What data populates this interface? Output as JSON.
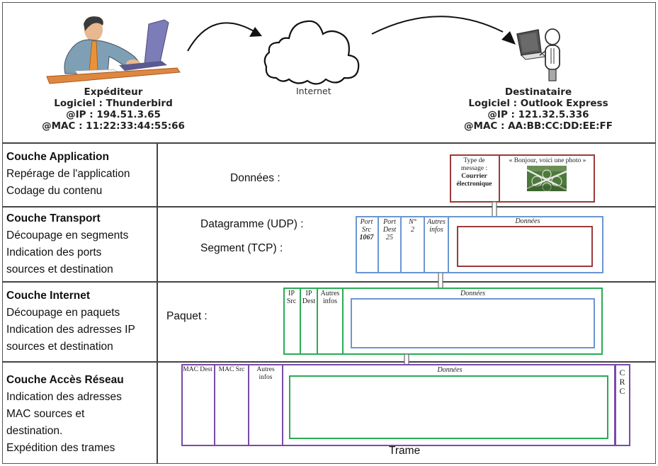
{
  "header": {
    "sender": {
      "role": "Expéditeur",
      "software": "Logiciel : Thunderbird",
      "ip": "@IP : 194.51.3.65",
      "mac": "@MAC : 11:22:33:44:55:66",
      "icon": "person-at-laptop-icon"
    },
    "network": {
      "label": "Internet",
      "icon": "cloud-icon"
    },
    "receiver": {
      "role": "Destinataire",
      "software": "Logiciel : Outlook Express",
      "ip": "@IP : 121.32.5.336",
      "mac": "@MAC : AA:BB:CC:DD:EE:FF",
      "icon": "person-with-laptop-icon"
    }
  },
  "layers": [
    {
      "title": "Couche Application",
      "lines": [
        "Repérage de l'application",
        "Codage du contenu"
      ],
      "unit_labels": [
        "Données :"
      ],
      "pdu": {
        "color": "#9b3a3a",
        "fields": [
          {
            "line1": "Type de",
            "line2": "message :",
            "line3": "Courrier",
            "line4": "électronique"
          }
        ],
        "content_text": "« Bonjour, voici une photo »",
        "content_icon": "photo-thumbnail-icon"
      }
    },
    {
      "title": "Couche Transport",
      "lines": [
        "Découpage en segments",
        "Indication des ports",
        "sources et destination"
      ],
      "unit_labels": [
        "Datagramme (UDP) :",
        "Segment (TCP) :"
      ],
      "pdu": {
        "color": "#6b96d3",
        "fields": [
          {
            "line1": "Port",
            "line2": "Src",
            "line3": "1067"
          },
          {
            "line1": "Port",
            "line2": "Dest",
            "line3": "25"
          },
          {
            "line1": "N°",
            "line2": "2"
          },
          {
            "line1": "Autres",
            "line2": "infos"
          }
        ],
        "data_label": "Données"
      }
    },
    {
      "title": "Couche Internet",
      "lines": [
        "Découpage en paquets",
        "Indication des adresses IP",
        "sources et destination"
      ],
      "unit_labels": [
        "Paquet :"
      ],
      "pdu": {
        "color": "#2aab55",
        "fields": [
          {
            "line1": "IP",
            "line2": "Src"
          },
          {
            "line1": "IP",
            "line2": "Dest"
          },
          {
            "line1": "Autres",
            "line2": "infos"
          }
        ],
        "data_label": "Données"
      }
    },
    {
      "title": "Couche Accès Réseau",
      "lines": [
        "Indication des adresses",
        "MAC sources et",
        "destination.",
        "Expédition des trames"
      ],
      "unit_labels": [
        "Trame"
      ],
      "pdu": {
        "color": "#7a4aa8",
        "fields": [
          {
            "line1": "MAC Dest"
          },
          {
            "line1": "MAC Src"
          },
          {
            "line1": "Autres",
            "line2": "infos"
          }
        ],
        "data_label": "Données",
        "trailer": [
          "C",
          "R",
          "C"
        ]
      }
    }
  ]
}
